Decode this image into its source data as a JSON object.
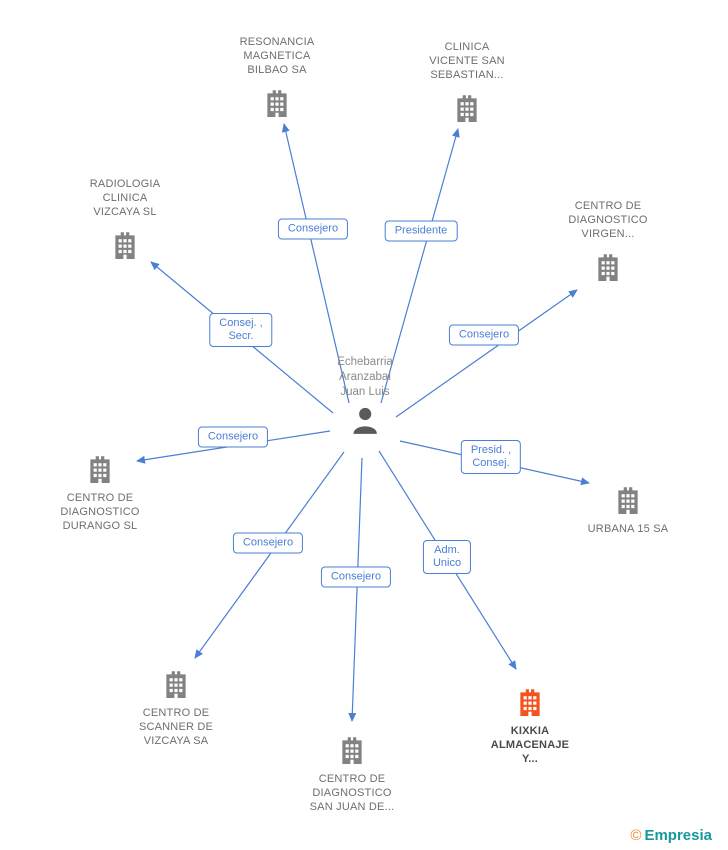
{
  "person": {
    "name": "Echebarria\nAranzabal\nJuan Luis"
  },
  "companies": [
    {
      "id": "resonancia",
      "label": "RESONANCIA\nMAGNETICA\nBILBAO SA"
    },
    {
      "id": "clinica",
      "label": "CLINICA\nVICENTE SAN\nSEBASTIAN..."
    },
    {
      "id": "radiologia",
      "label": "RADIOLOGIA\nCLINICA\nVIZCAYA SL"
    },
    {
      "id": "virgen",
      "label": "CENTRO DE\nDIAGNOSTICO\nVIRGEN..."
    },
    {
      "id": "durango",
      "label": "CENTRO DE\nDIAGNOSTICO\nDURANGO SL"
    },
    {
      "id": "urbana",
      "label": "URBANA 15 SA"
    },
    {
      "id": "scanner",
      "label": "CENTRO DE\nSCANNER DE\nVIZCAYA SA"
    },
    {
      "id": "sanjuan",
      "label": "CENTRO DE\nDIAGNOSTICO\nSAN JUAN DE..."
    },
    {
      "id": "kixkia",
      "label": "KIXKIA\nALMACENAJE\nY..."
    }
  ],
  "relations": [
    {
      "target": "resonancia",
      "label": "Consejero"
    },
    {
      "target": "clinica",
      "label": "Presidente"
    },
    {
      "target": "radiologia",
      "label": "Consej. ,\nSecr."
    },
    {
      "target": "virgen",
      "label": "Consejero"
    },
    {
      "target": "durango",
      "label": "Consejero"
    },
    {
      "target": "urbana",
      "label": "Presid. ,\nConsej."
    },
    {
      "target": "scanner",
      "label": "Consejero"
    },
    {
      "target": "sanjuan",
      "label": "Consejero"
    },
    {
      "target": "kixkia",
      "label": "Adm.\nUnico"
    }
  ],
  "footer": {
    "copyright": "©",
    "brand": "Empresia"
  },
  "colors": {
    "accent": "#4a7fd4",
    "highlight": "#f4531f",
    "icon-gray": "#828282",
    "brand-teal": "#18989e",
    "copyright-orange": "#f08a24"
  }
}
